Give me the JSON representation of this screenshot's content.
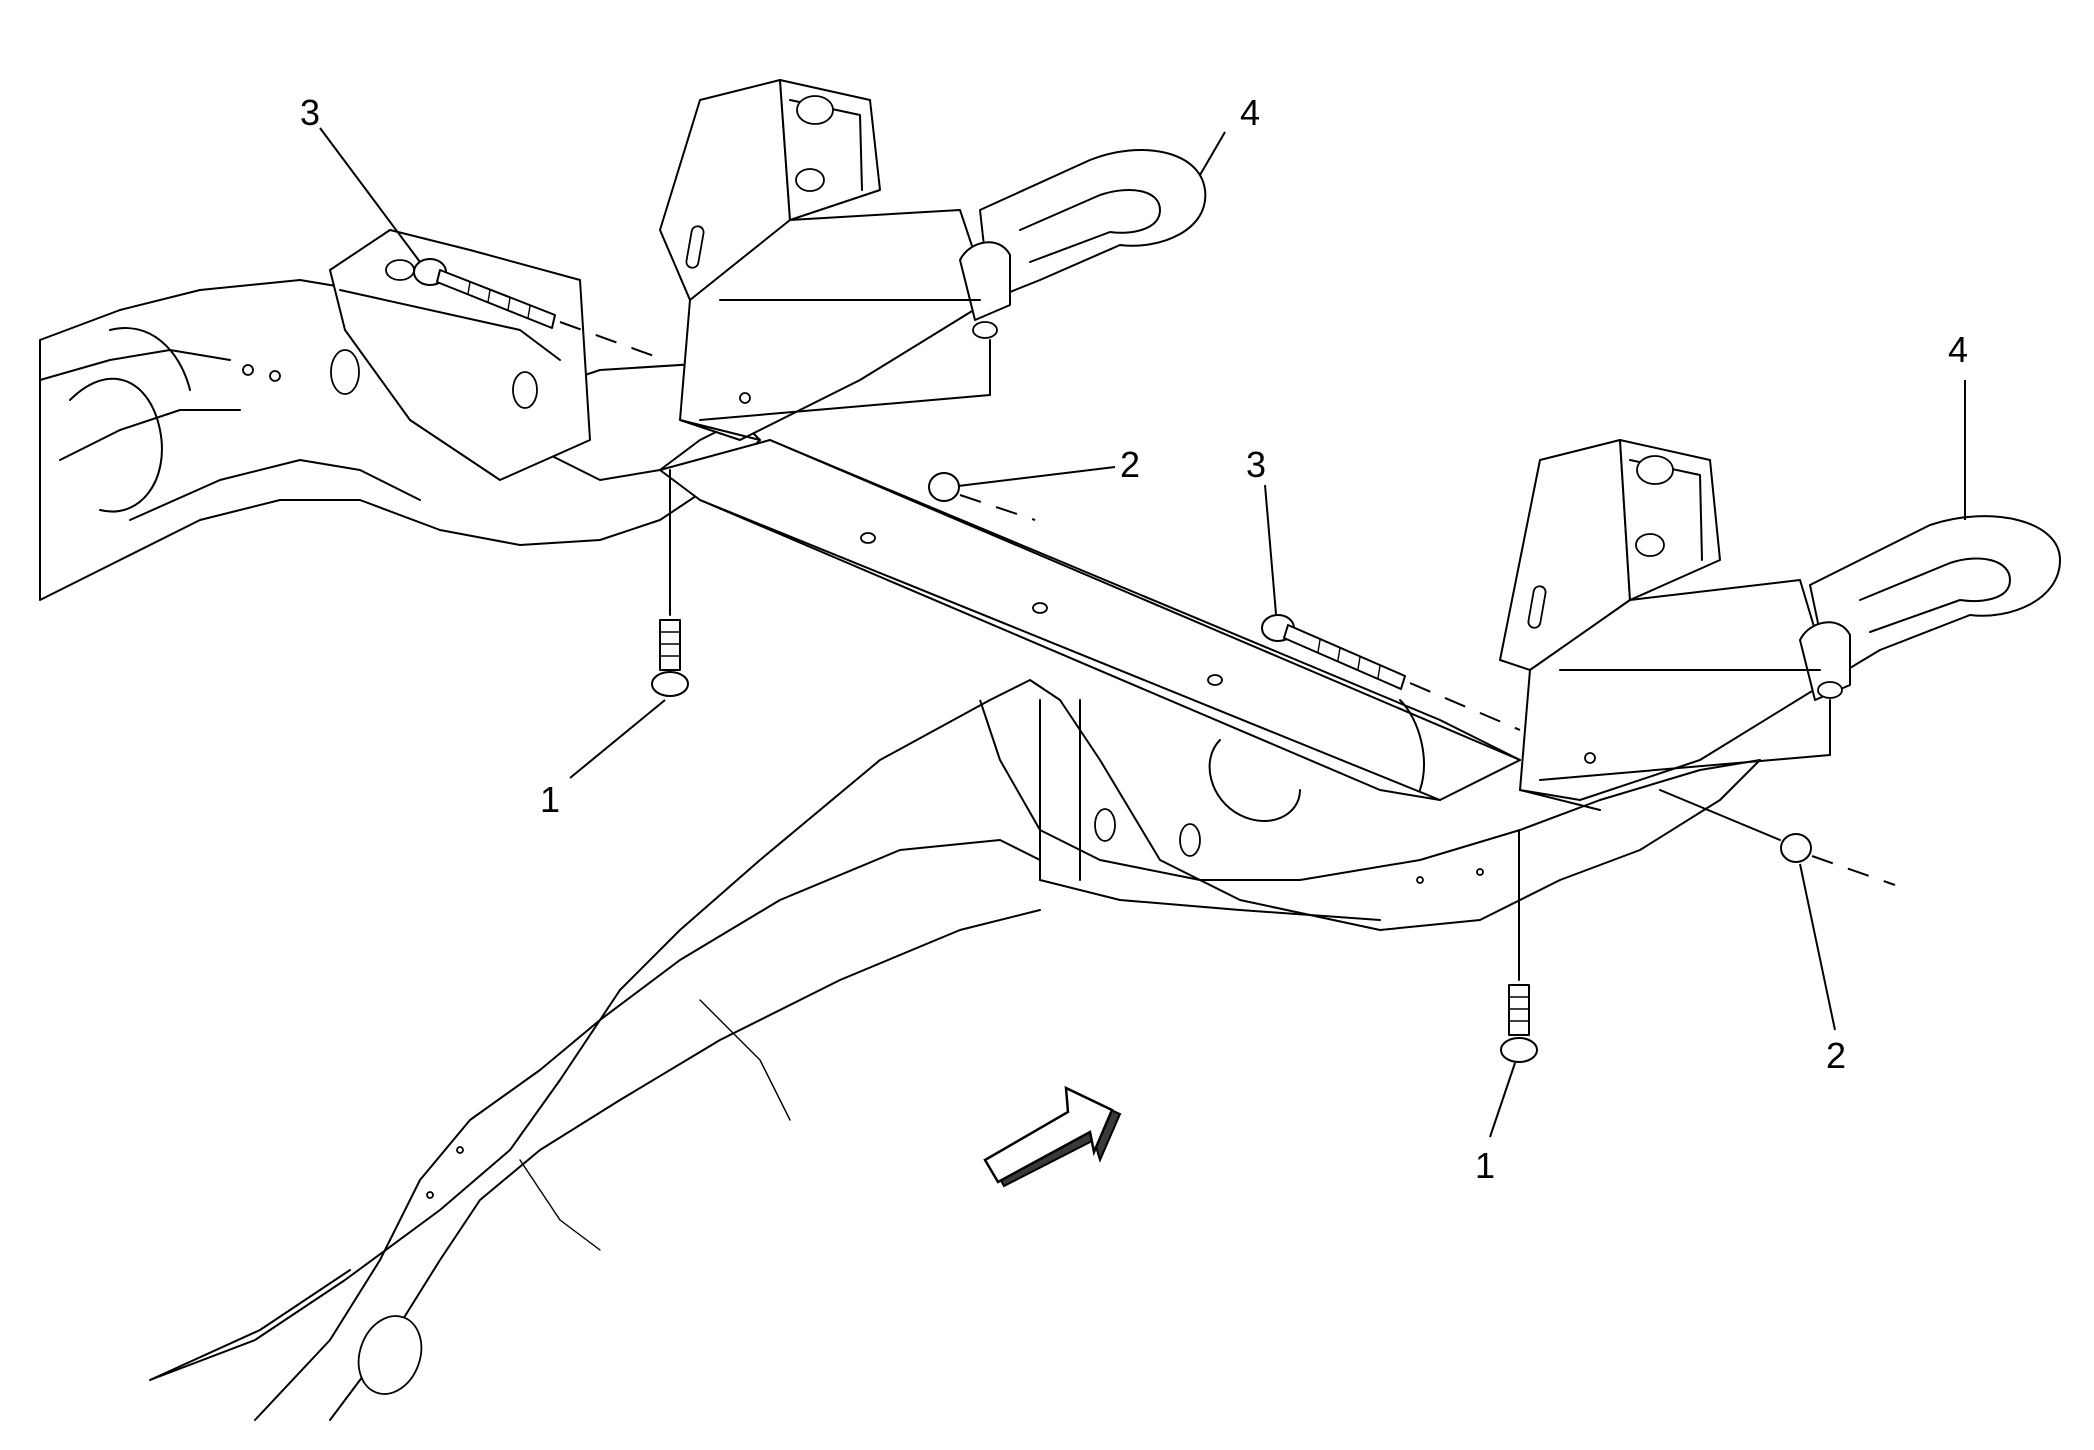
{
  "callouts": [
    {
      "id": "callout-1-left",
      "label": "1"
    },
    {
      "id": "callout-2-center",
      "label": "2"
    },
    {
      "id": "callout-3-left",
      "label": "3"
    },
    {
      "id": "callout-4-top",
      "label": "4"
    },
    {
      "id": "callout-3-center",
      "label": "3"
    },
    {
      "id": "callout-4-right",
      "label": "4"
    },
    {
      "id": "callout-1-right",
      "label": "1"
    },
    {
      "id": "callout-2-right",
      "label": "2"
    }
  ]
}
